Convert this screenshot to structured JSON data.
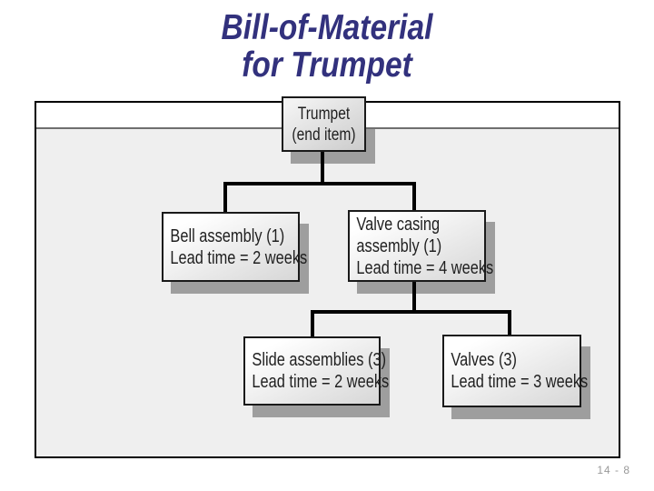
{
  "slide": {
    "title_line1": "Bill-of-Material",
    "title_line2": "for Trumpet",
    "page_number": "14 - 8"
  },
  "colors": {
    "title_text": "#32317d",
    "diagram_background": "#efefef",
    "header_band": "#ffffff",
    "band_divider": "#6f6f6f",
    "node_border": "#1a1a1a",
    "node_shadow": "#9e9e9e",
    "connector": "#000000",
    "page_number_text": "#999999"
  },
  "diagram": {
    "type": "tree",
    "nodes": [
      {
        "id": "trumpet",
        "level": 0,
        "parent": null,
        "lines": [
          "Trumpet",
          "(end item)"
        ]
      },
      {
        "id": "bell-assembly",
        "level": 1,
        "parent": "trumpet",
        "lines": [
          "Bell assembly (1)",
          "Lead time = 2 weeks"
        ]
      },
      {
        "id": "valve-casing-assembly",
        "level": 1,
        "parent": "trumpet",
        "lines": [
          "Valve casing",
          "assembly (1)",
          "Lead time = 4 weeks"
        ]
      },
      {
        "id": "slide-assemblies",
        "level": 2,
        "parent": "valve-casing-assembly",
        "lines": [
          "Slide assemblies (3)",
          "Lead time = 2 weeks"
        ]
      },
      {
        "id": "valves",
        "level": 2,
        "parent": "valve-casing-assembly",
        "lines": [
          "Valves (3)",
          "Lead time = 3 weeks"
        ]
      }
    ]
  }
}
